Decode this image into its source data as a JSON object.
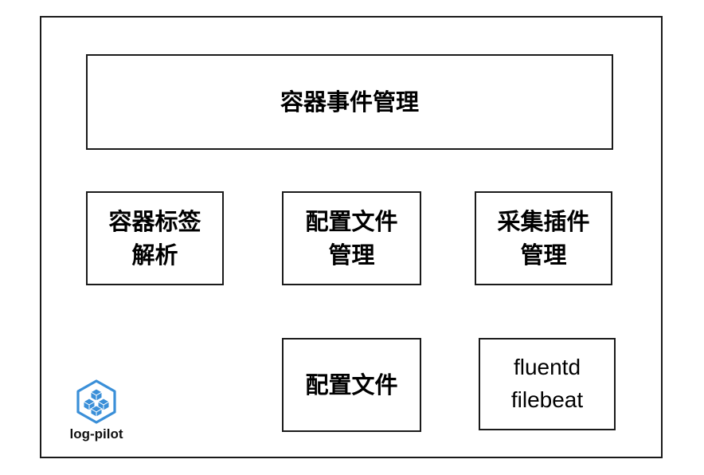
{
  "diagram": {
    "top_box": "容器事件管理",
    "middle_row": [
      "容器标签\n解析",
      "配置文件\n管理",
      "采集插件\n管理"
    ],
    "bottom_row": [
      "配置文件",
      "fluentd\nfilebeat"
    ]
  },
  "logo": {
    "text": "log-pilot",
    "icon": "cube-cluster-icon",
    "color": "#3a8fd8"
  }
}
